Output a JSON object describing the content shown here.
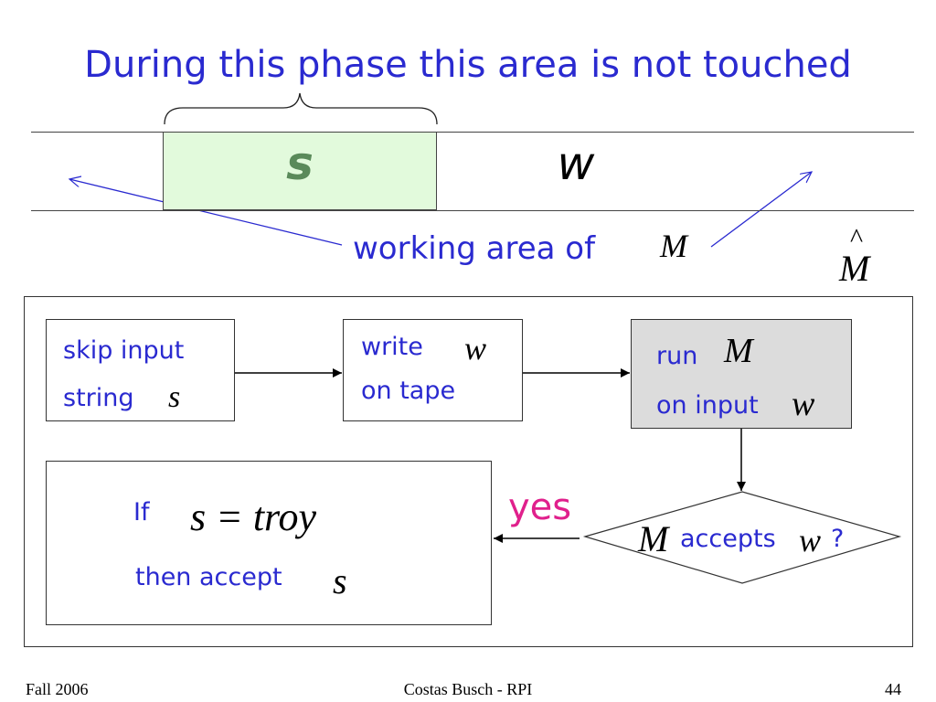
{
  "title": "During this phase this area is not touched",
  "tape": {
    "s_symbol": "s",
    "w_symbol": "w"
  },
  "working_area": {
    "label": "working area of",
    "machine": "M"
  },
  "machine_hat": {
    "symbol": "M",
    "caret": "^"
  },
  "steps": {
    "skip": {
      "line1": "skip input",
      "line2": "string",
      "var": "s"
    },
    "write": {
      "word": "write",
      "var": "w",
      "line2": "on tape"
    },
    "run": {
      "word": "run",
      "machine": "M",
      "line2": "on input",
      "var": "w"
    },
    "decision": {
      "machine": "M",
      "text": "accepts",
      "var": "w",
      "question": "?"
    },
    "result": {
      "if_word": "If",
      "condition": "s = troy",
      "line2": "then accept",
      "var": "s"
    }
  },
  "yes_label": "yes",
  "footer": {
    "left": "Fall 2006",
    "center": "Costas Busch - RPI",
    "right": "44"
  },
  "colors": {
    "title": "#2a2ad0",
    "tape_cell": "#e2fadc",
    "run_box": "#dcdcdc",
    "yes": "#e0208c",
    "arrow_blue": "#2a2ad0"
  }
}
